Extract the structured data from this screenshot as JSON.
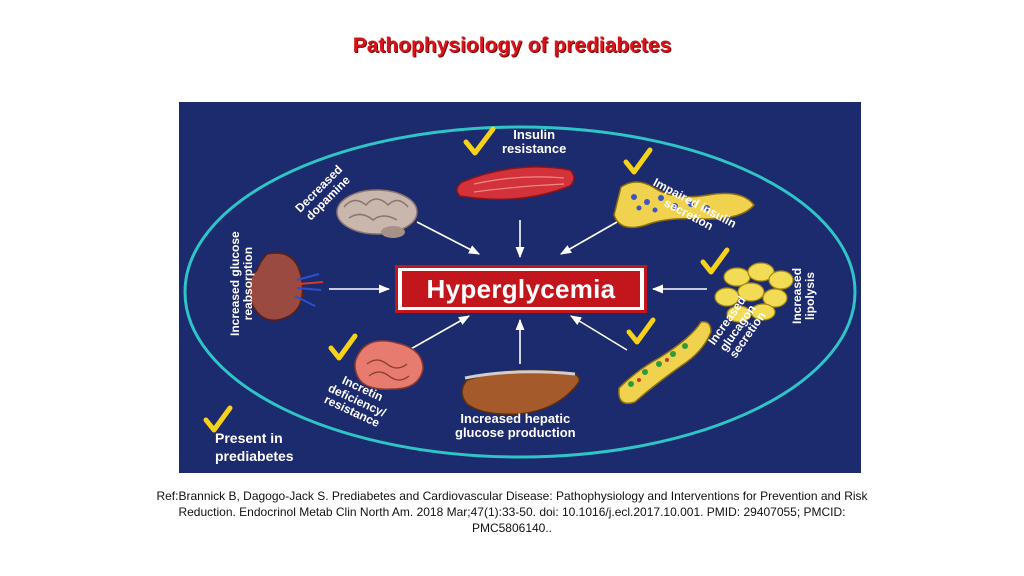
{
  "title": "Pathophysiology of prediabetes",
  "diagram": {
    "center": "Hyperglycemia",
    "factors": {
      "insulin_resistance": "Insulin\nresistance",
      "impaired_insulin_secretion": "Impaired insulin\nsecretion",
      "increased_lipolysis": "Increased\nlipolysis",
      "increased_glucagon_secretion": "Increased\nglucagon\nsecretion",
      "increased_hepatic_glucose_production": "Increased hepatic\nglucose production",
      "incretin_deficiency": "Incretin\ndeficiency/\nresistance",
      "increased_glucose_reabsorption": "Increased glucose\nreabsorption",
      "decreased_dopamine": "Decreased\ndopamine"
    },
    "legend": "Present in\nprediabetes",
    "colors": {
      "background": "#1c2a6e",
      "ellipse": "#2ec4c8",
      "check": "#f6d319",
      "center_box": "#c2161c",
      "title": "#d8141b"
    }
  },
  "reference": "Ref:Brannick B, Dagogo-Jack S. Prediabetes and Cardiovascular Disease: Pathophysiology and Interventions for Prevention and Risk Reduction. Endocrinol Metab Clin North Am. 2018 Mar;47(1):33-50. doi: 10.1016/j.ecl.2017.10.001. PMID: 29407055; PMCID: PMC5806140.."
}
